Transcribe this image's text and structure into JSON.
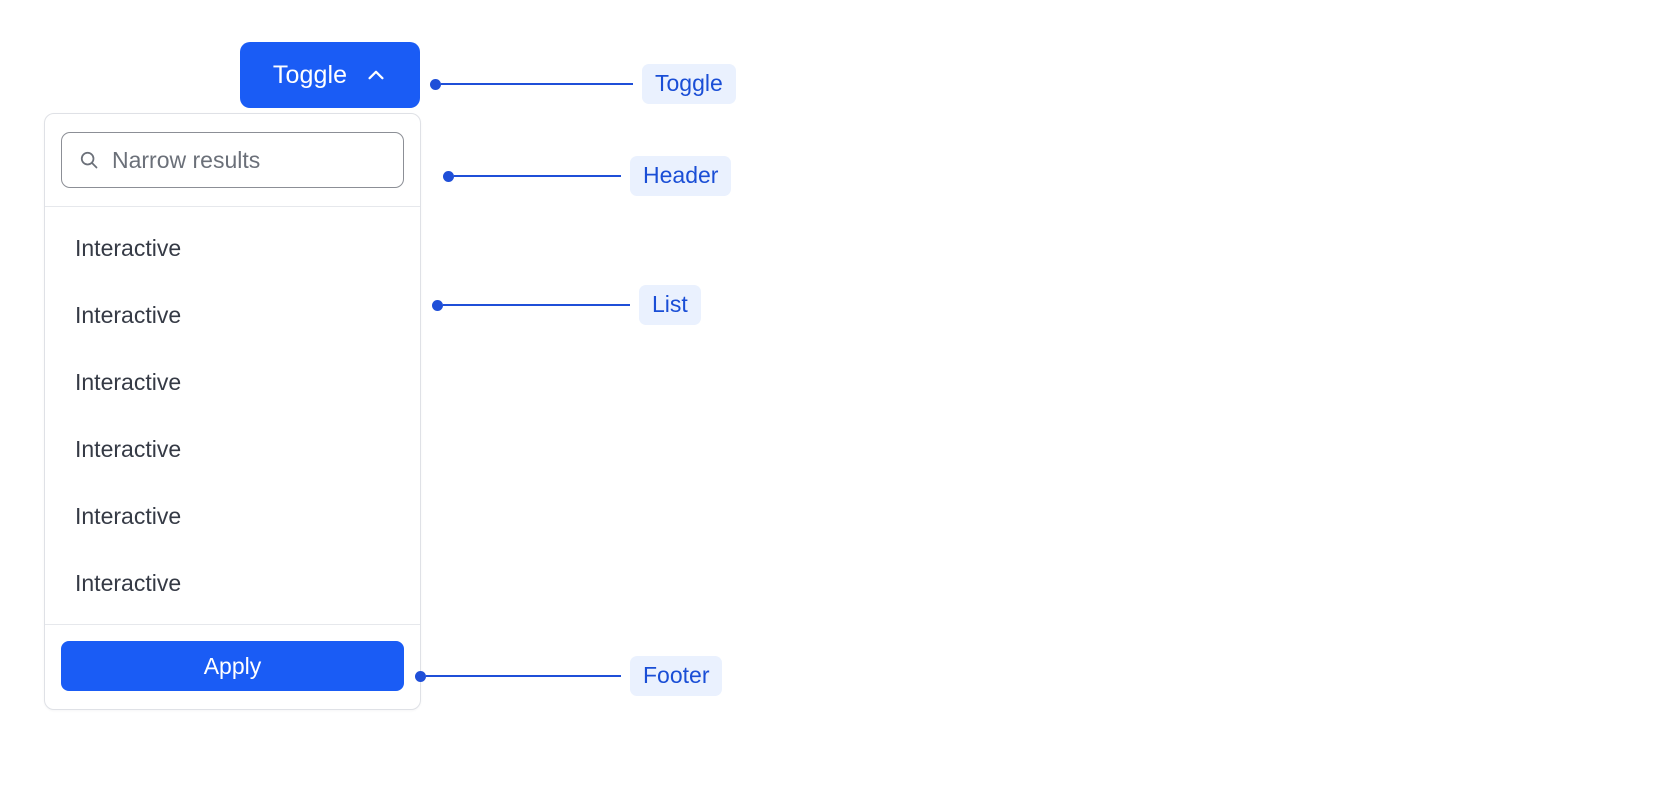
{
  "toggle": {
    "label": "Toggle",
    "icon": "chevron-up-icon",
    "expanded": true,
    "background_color": "#1a5cf5",
    "text_color": "#ffffff"
  },
  "panel": {
    "header": {
      "search": {
        "icon": "search-icon",
        "placeholder": "Narrow results",
        "value": ""
      }
    },
    "list": {
      "items": [
        {
          "label": "Interactive"
        },
        {
          "label": "Interactive"
        },
        {
          "label": "Interactive"
        },
        {
          "label": "Interactive"
        },
        {
          "label": "Interactive"
        },
        {
          "label": "Interactive"
        }
      ]
    },
    "footer": {
      "apply_label": "Apply",
      "apply_background_color": "#1a5cf5",
      "apply_text_color": "#ffffff"
    },
    "border_color": "#dfe1e6",
    "background_color": "#ffffff"
  },
  "annotations": {
    "badge_background_color": "#eaf1fe",
    "badge_text_color": "#1a4ed6",
    "connector_color": "#1f4fd8",
    "items": [
      {
        "label": "Toggle",
        "target": "toggle-button"
      },
      {
        "label": "Header",
        "target": "panel-header"
      },
      {
        "label": "List",
        "target": "panel-list"
      },
      {
        "label": "Footer",
        "target": "panel-footer"
      }
    ]
  },
  "page": {
    "background_color": "#ffffff"
  }
}
